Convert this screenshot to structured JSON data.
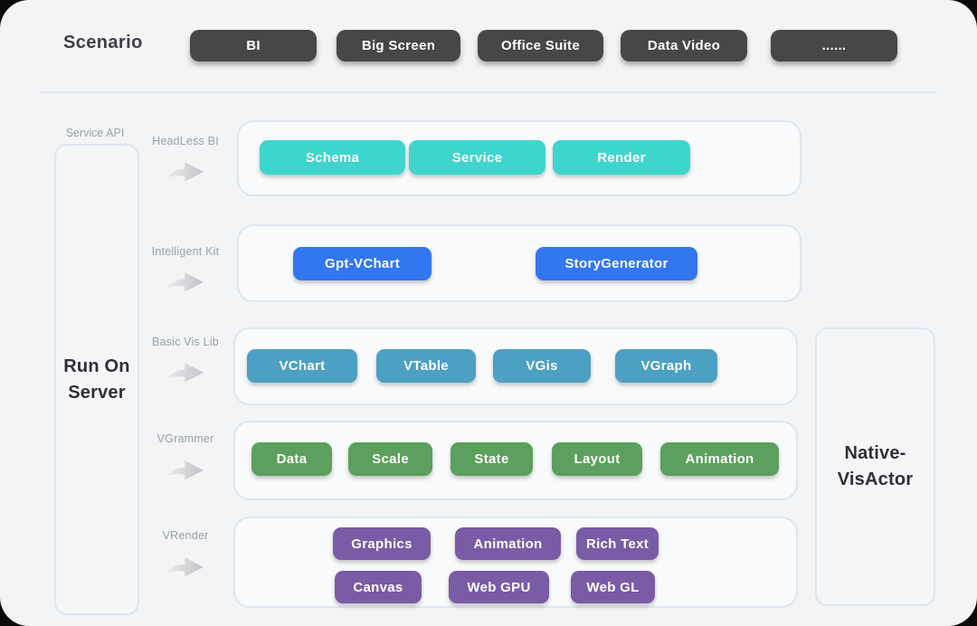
{
  "header": {
    "title": "Scenario",
    "scenario_buttons": [
      "BI",
      "Big Screen",
      "Office Suite",
      "Data Video",
      "......"
    ]
  },
  "left_column": {
    "api_label": "Service API",
    "server_box_lines": [
      "Run On",
      "Server"
    ]
  },
  "right_column": {
    "box_lines": [
      "Native-",
      "VisActor"
    ]
  },
  "rows": [
    {
      "label": "HeadLess BI",
      "color": "#3ed5cd",
      "items": [
        "Schema",
        "Service",
        "Render"
      ]
    },
    {
      "label": "Intelligent Kit",
      "color": "#3277f0",
      "items": [
        "Gpt-VChart",
        "StoryGenerator"
      ]
    },
    {
      "label": "Basic Vis Lib",
      "color": "#4ba0c3",
      "items": [
        "VChart",
        "VTable",
        "VGis",
        "VGraph"
      ]
    },
    {
      "label": "VGrammer",
      "color": "#5ba05d",
      "items": [
        "Data",
        "Scale",
        "State",
        "Layout",
        "Animation"
      ]
    },
    {
      "label": "VRender",
      "color": "#7a5ba6",
      "items": [
        "Graphics",
        "Animation",
        "Rich Text",
        "Canvas",
        "Web GPU",
        "Web GL"
      ]
    }
  ],
  "icons": {
    "arrow": "arrow-right-icon"
  },
  "colors": {
    "outer_background": "#0a0a0a",
    "page_background": "#f3f4f6",
    "panel_border": "#dfe6f0",
    "chip_dark": "#474747",
    "chip_teal": "#3ed5cd",
    "chip_blue": "#3277f0",
    "chip_steel_blue": "#4ba0c3",
    "chip_green": "#5ba05d",
    "chip_purple": "#7a5ba6",
    "label_gray": "#9aa0a8"
  }
}
